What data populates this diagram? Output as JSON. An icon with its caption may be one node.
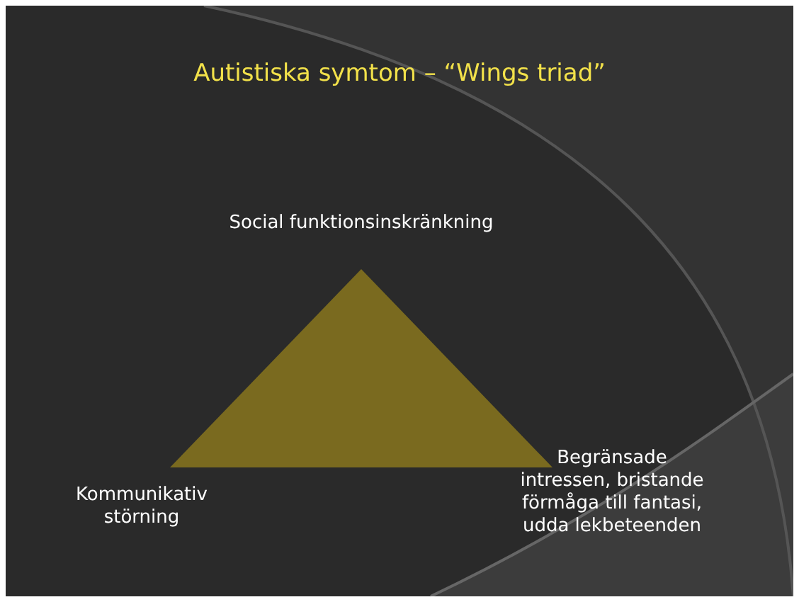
{
  "diagram": {
    "title": "Autistiska symtom – “Wings triad”",
    "nodes": [
      {
        "text": [],
        "shape": "triangle"
      }
    ],
    "labels": [
      "Social funktionsinskränkning",
      "Kommunikativ störning",
      "Begränsade intressen, bristande förmåga till fantasi, udda lekbeteenden"
    ]
  }
}
